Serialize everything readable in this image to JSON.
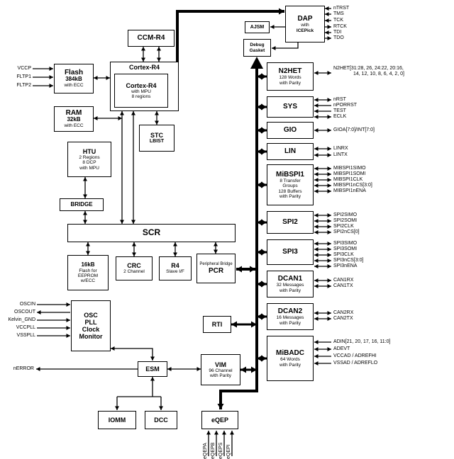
{
  "colors": {
    "ink": "#000000",
    "paper": "#ffffff"
  },
  "blocks": {
    "dap": {
      "l1": "DAP",
      "l2": "with",
      "l3": "ICEPick"
    },
    "ajsm": {
      "l1": "AJSM"
    },
    "debug_gasket": {
      "l1": "Debug",
      "l2": "Gasket"
    },
    "ccm": {
      "l1": "CCM-R4"
    },
    "cortex_shadow": {
      "l1": "Cortex-R4"
    },
    "cortex": {
      "l1": "Cortex-R4",
      "l2": "with MPU",
      "l3": "8 regions"
    },
    "flash": {
      "l1": "Flash",
      "l2": "384kB",
      "l3": "with ECC"
    },
    "ram": {
      "l1": "RAM",
      "l2": "32kB",
      "l3": "with ECC"
    },
    "htu": {
      "l1": "HTU",
      "l2": "2 Regions",
      "l3": "8 DCP",
      "l4": "with MPU"
    },
    "bridge": {
      "l1": "BRIDGE"
    },
    "stc": {
      "l1": "STC",
      "l2": "LBIST"
    },
    "scr": {
      "l1": "SCR"
    },
    "eeprom": {
      "l1": "16kB",
      "l2": "Flash for",
      "l3": "EEPROM",
      "l4": "w/ECC"
    },
    "crc": {
      "l1": "CRC",
      "l2": "2 Channel"
    },
    "r4_slave": {
      "l1": "R4",
      "l2": "Slave I/F"
    },
    "pcr": {
      "l1": "Peripheral Bridge",
      "l2": "PCR"
    },
    "osc": {
      "l1": "OSC",
      "l2": "PLL",
      "l3": "Clock",
      "l4": "Monitor"
    },
    "esm": {
      "l1": "ESM"
    },
    "rti": {
      "l1": "RTI"
    },
    "vim": {
      "l1": "VIM",
      "l2": "96 Channel",
      "l3": "with Parity"
    },
    "iomm": {
      "l1": "IOMM"
    },
    "dcc": {
      "l1": "DCC"
    },
    "eqep": {
      "l1": "eQEP"
    },
    "n2het": {
      "l1": "N2HET",
      "l2": "128 Words",
      "l3": "with Parity"
    },
    "sys": {
      "l1": "SYS"
    },
    "gio": {
      "l1": "GIO"
    },
    "lin": {
      "l1": "LIN"
    },
    "mibspi1": {
      "l1": "MiBSPI1",
      "l2": "8 Transfer",
      "l3": "Groups",
      "l4": "128 Buffers",
      "l5": "with Parity"
    },
    "spi2": {
      "l1": "SPI2"
    },
    "spi3": {
      "l1": "SPI3"
    },
    "dcan1": {
      "l1": "DCAN1",
      "l2": "32 Messages",
      "l3": "with Parity"
    },
    "dcan2": {
      "l1": "DCAN2",
      "l2": "16 Messages",
      "l3": "with Parity"
    },
    "mibadc": {
      "l1": "MiBADC",
      "l2": "64 Words",
      "l3": "with Parity"
    }
  },
  "signals": {
    "vccp": "VCCP",
    "fltp1": "FLTP1",
    "fltp2": "FLTP2",
    "oscin": "OSCIN",
    "oscout": "OSCOUT",
    "kelvin_gnd": "Kelvin_GND",
    "vccpll": "VCCPLL",
    "vsspll": "VSSPLL",
    "nerror": "nERROR",
    "ntrst": "nTRST",
    "tms": "TMS",
    "tck": "TCK",
    "rtck": "RTCK",
    "tdi": "TDI",
    "tdo": "TDO",
    "n2het_1": "N2HET[31:28, 26, 24:22, 20:16,",
    "n2het_2": "14, 12, 10, 8, 6, 4, 2, 0]",
    "nrst": "nRST",
    "nporrst": "nPORRST",
    "test": "TEST",
    "eclk": "ECLK",
    "gioa": "GIOA[7:0]/INT[7:0]",
    "linrx": "LINRX",
    "lintx": "LINTX",
    "mibspi1simo": "MIBSPI1SIMO",
    "mibspi1somi": "MIBSPI1SOMI",
    "mibspi1clk": "MIBSPI1CLK",
    "mibspi1ncs": "MIBSPI1nCS[3:0]",
    "mibspi1nena": "MIBSPI1nENA",
    "spi2simo": "SPI2SIMO",
    "spi2somi": "SPI2SOMI",
    "spi2clk": "SPI2CLK",
    "spi2ncs": "SPI2nCS[0]",
    "spi3simo": "SPI3SIMO",
    "spi3somi": "SPI3SOMI",
    "spi3clk": "SPI3CLK",
    "spi3ncs": "SPI3nCS[3:0]",
    "spi3nena": "SPI3nENA",
    "can1rx": "CAN1RX",
    "can1tx": "CAN1TX",
    "can2rx": "CAN2RX",
    "can2tx": "CAN2TX",
    "adin": "ADIN[21, 20, 17, 16, 11:0]",
    "adevt": "ADEVT",
    "vccad": "VCCAD / ADREFHI",
    "vssad": "VSSAD / ADREFLO",
    "eqepa": "eQEPA",
    "eqepb": "eQEPB",
    "eqeps": "eQEPS",
    "eqepi": "eQEPI"
  }
}
